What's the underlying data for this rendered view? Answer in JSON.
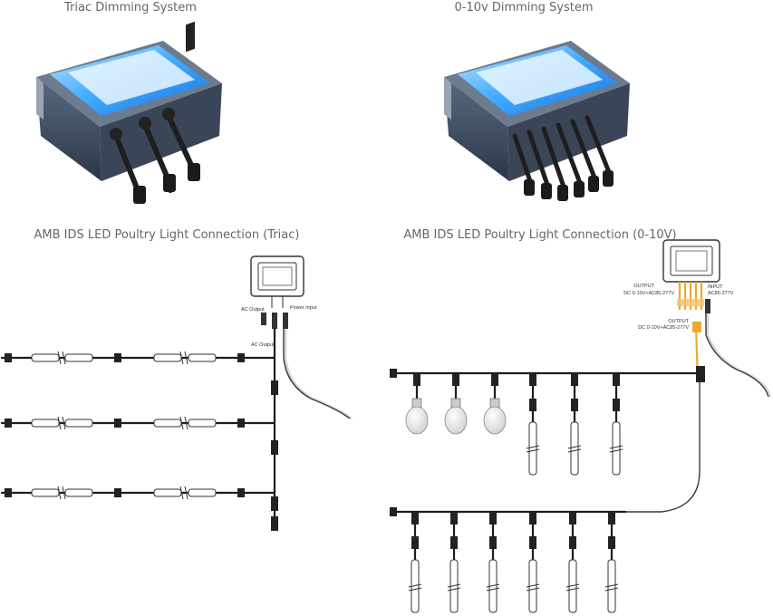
{
  "titles": {
    "triac_system": "Triac Dimming System",
    "dim010_system": "0-10v Dimming System",
    "triac_connection": "AMB IDS LED Poultry Light Connection (Triac)",
    "dim010_connection": "AMB IDS LED Poultry Light Connection (0-10V)"
  },
  "triac_labels": {
    "ac_output_top": "AC Output",
    "power_input": "Power Input",
    "ac_output_side": "AC Output"
  },
  "dim010_labels": {
    "output_top": "OUTPUT",
    "output_top_spec": "DC 0-10V+AC85-277V",
    "input": "INPUT",
    "input_spec": "AC85-277V",
    "output_mid": "OUTPUT",
    "output_mid_spec": "DC 0-10V+AC85-277V"
  },
  "colors": {
    "screen_blue": "#3fa9ff",
    "box_body": "#3d4a5e",
    "wire_orange": "#f0a830"
  }
}
